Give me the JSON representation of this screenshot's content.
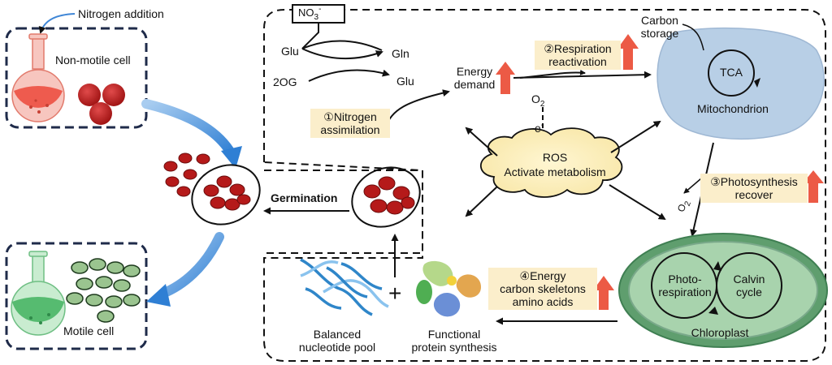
{
  "left": {
    "nitrogen_addition": "Nitrogen addition",
    "non_motile_cell": "Non-motile cell",
    "motile_cell": "Motile cell",
    "germination": "Germination"
  },
  "assimilation": {
    "no3_main": "NO",
    "no3_sub": "3",
    "no3_sup": "-",
    "glu_in": "Glu",
    "og_in": "2OG",
    "gln_out": "Gln",
    "glu_out": "Glu"
  },
  "steps": {
    "s1_l1": "①Nitrogen",
    "s1_l2": "assimilation",
    "s2_l1": "②Respiration",
    "s2_l2": "reactivation",
    "s3_l1": "③Photosynthesis",
    "s3_l2": "recover",
    "s4_l1": "④Energy",
    "s4_l2": "carbon skeletons",
    "s4_l3": "amino acids"
  },
  "center": {
    "energy_demand_l1": "Energy",
    "energy_demand_l2": "demand",
    "o2_main": "O",
    "o2_sub": "2",
    "electron": "e",
    "electron_sup": "-",
    "ros": "ROS",
    "activate": "Activate metabolism"
  },
  "mito": {
    "carbon_storage_l1": "Carbon",
    "carbon_storage_l2": "storage",
    "tca": "TCA",
    "name": "Mitochondrion"
  },
  "chloro": {
    "photo_l1": "Photo-",
    "photo_l2": "respiration",
    "calvin_l1": "Calvin",
    "calvin_l2": "cycle",
    "name": "Chloroplast"
  },
  "bottom": {
    "nucleotide_l1": "Balanced",
    "nucleotide_l2": "nucleotide pool",
    "protein_l1": "Functional",
    "protein_l2": "protein synthesis",
    "plus": "+"
  },
  "colors": {
    "up_arrow": "#ec5a45",
    "highlight": "#fbeecb",
    "mito_fill": "#b8cfe6",
    "chloro_fill": "#5f9e6e",
    "chloro_inner": "#7fb68a",
    "cell_red": "#b51a1a",
    "cell_green": "#9ac48f",
    "flask_red": "#f0665a",
    "flask_green": "#5fc07a",
    "flow_arrow": "#4a90d9"
  }
}
